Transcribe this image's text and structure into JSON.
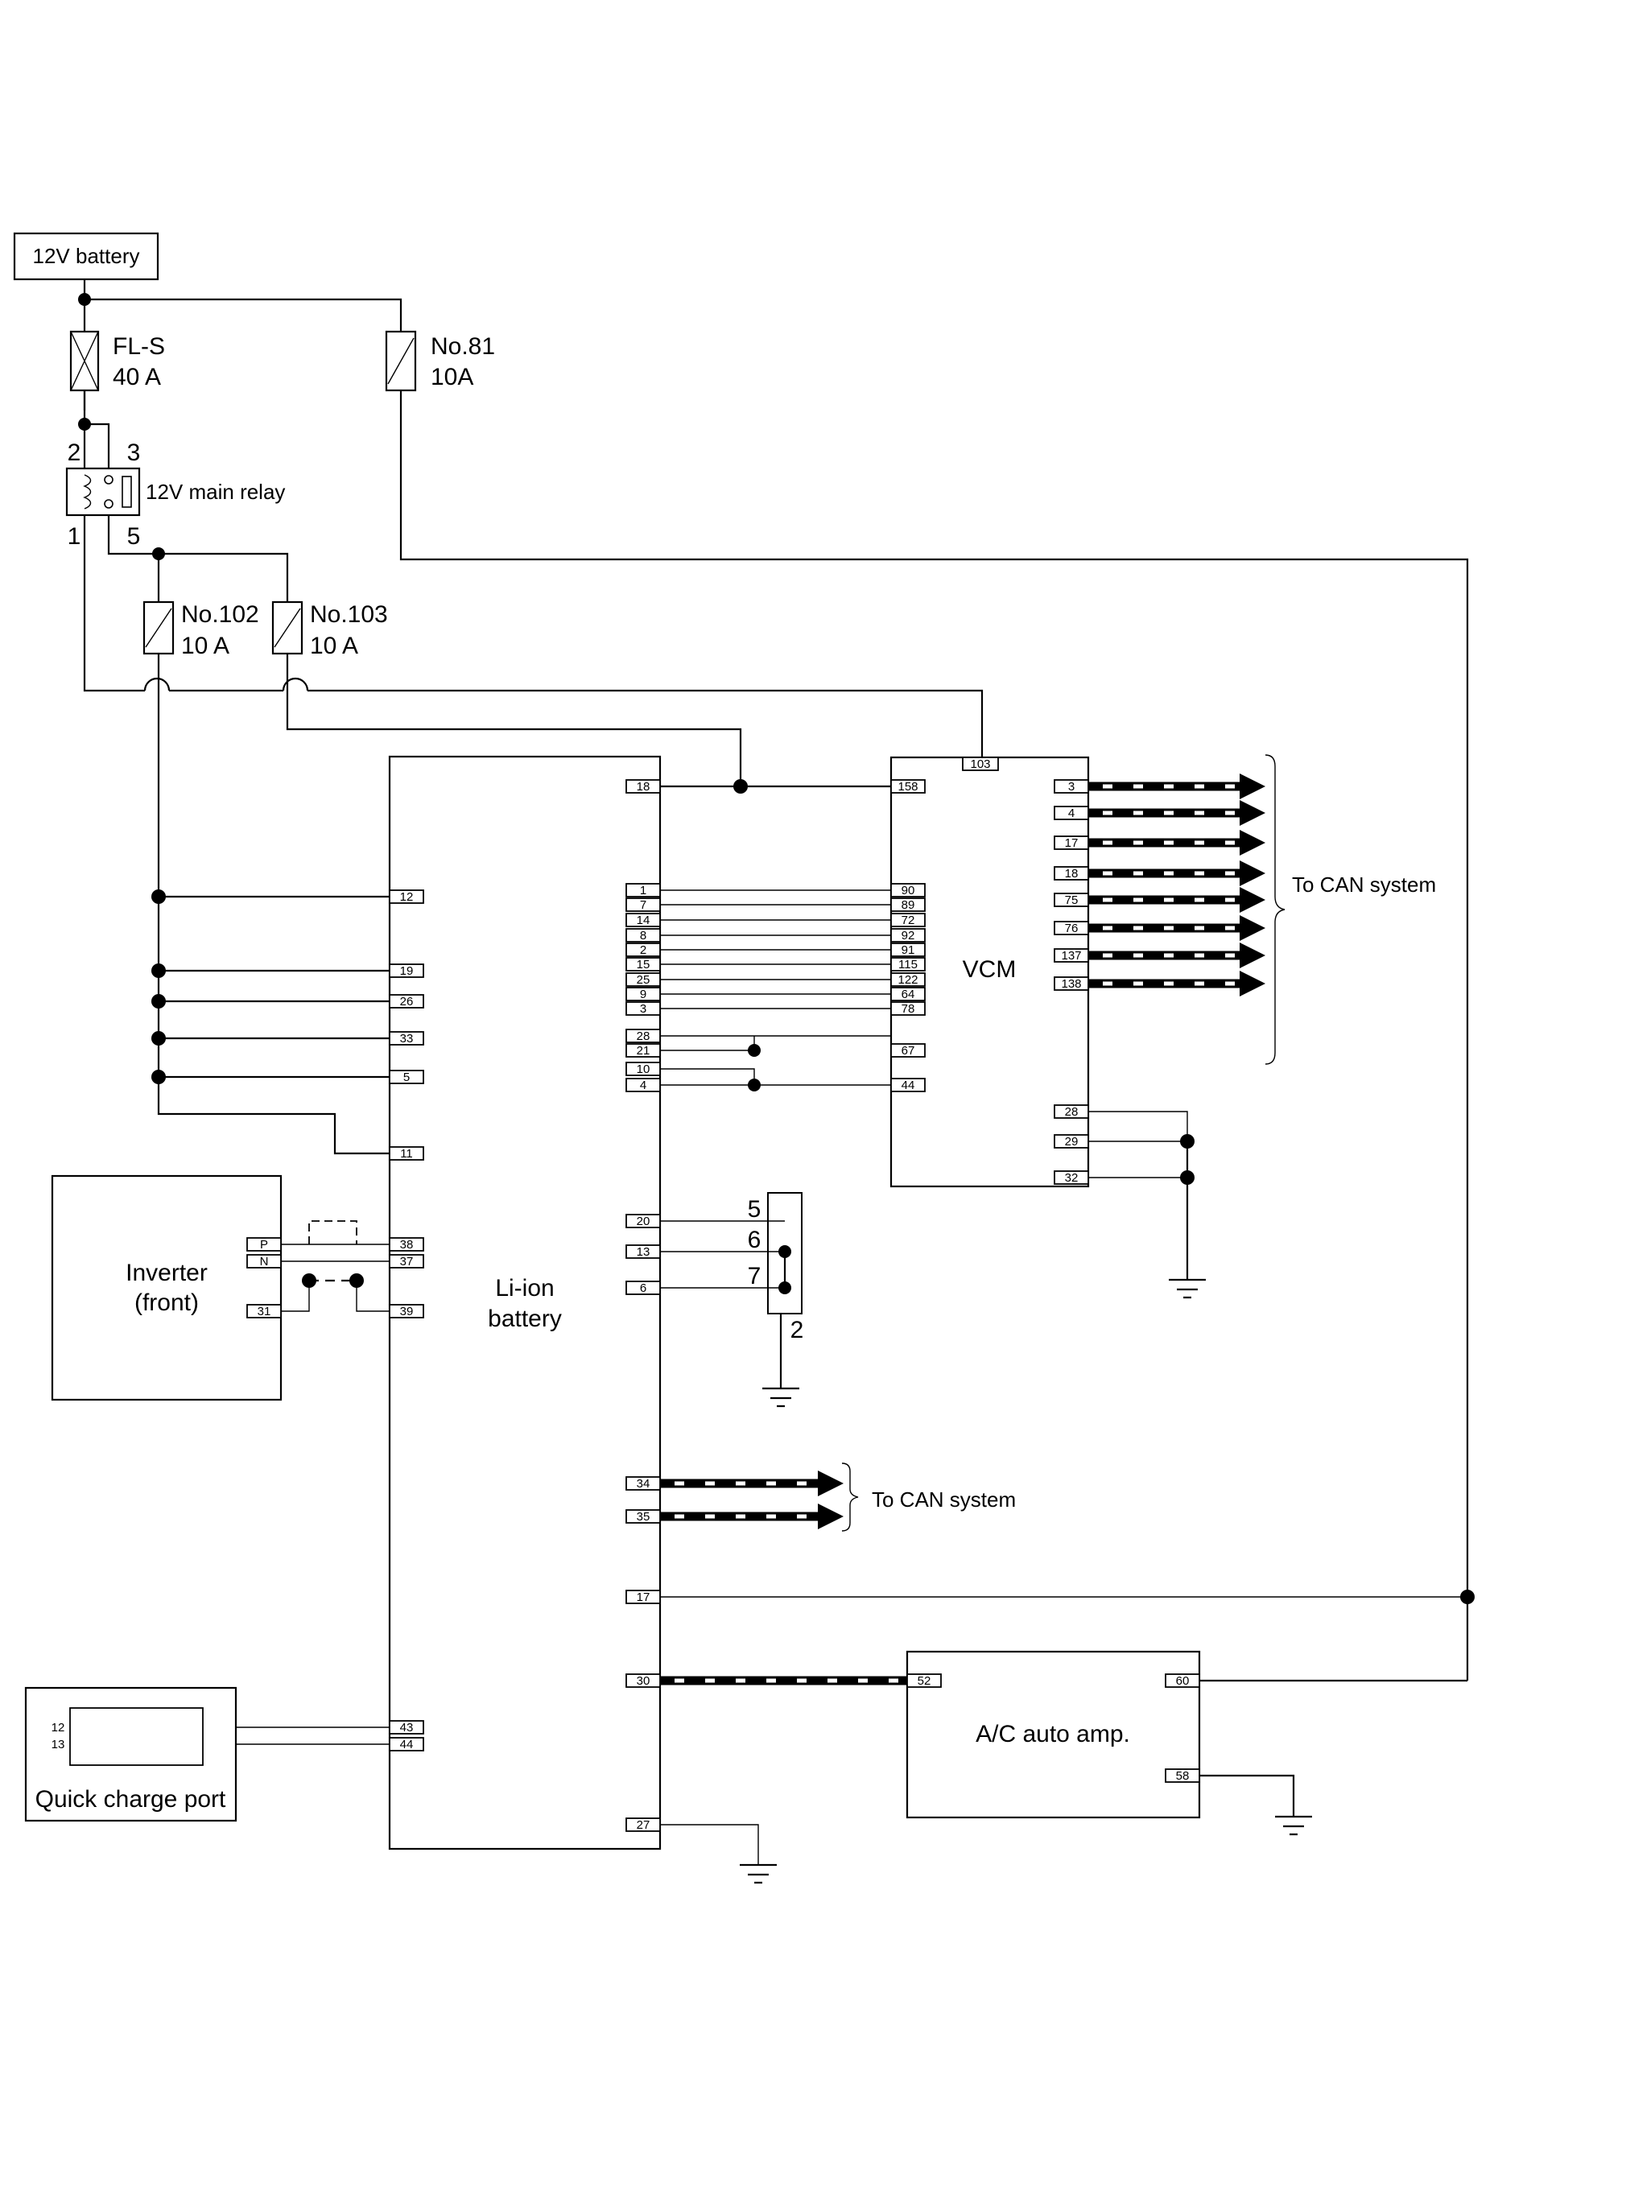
{
  "components": {
    "battery_12v": "12V battery",
    "fuse_fls": {
      "name": "FL-S",
      "rating": "40 A"
    },
    "fuse_81": {
      "name": "No.81",
      "rating": "10A"
    },
    "fuse_102": {
      "name": "No.102",
      "rating": "10 A"
    },
    "fuse_103": {
      "name": "No.103",
      "rating": "10 A"
    },
    "relay": {
      "name": "12V main relay",
      "pins": [
        "2",
        "3",
        "1",
        "5"
      ]
    },
    "vcm": "VCM",
    "liion": {
      "line1": "Li-ion",
      "line2": "battery"
    },
    "inverter": {
      "line1": "Inverter",
      "line2": "(front)",
      "pins": [
        "P",
        "N",
        "31"
      ]
    },
    "quick_charge": {
      "name": "Quick charge port",
      "pins": [
        "12",
        "13"
      ]
    },
    "ac_amp": {
      "name": "A/C auto amp.",
      "pins": [
        "52",
        "60",
        "58"
      ]
    },
    "connector": {
      "pins": [
        "5",
        "6",
        "7",
        "2"
      ]
    }
  },
  "can_label": "To CAN system",
  "liion_pins_left": [
    "12",
    "19",
    "26",
    "33",
    "5",
    "11",
    "38",
    "37",
    "39",
    "43",
    "44"
  ],
  "liion_pins_right": [
    "18",
    "1",
    "7",
    "14",
    "8",
    "2",
    "15",
    "25",
    "9",
    "3",
    "28",
    "21",
    "10",
    "4",
    "20",
    "13",
    "6",
    "34",
    "35",
    "17",
    "30",
    "27"
  ],
  "vcm_pins_left": [
    "158",
    "90",
    "89",
    "72",
    "92",
    "91",
    "115",
    "122",
    "64",
    "78",
    "67",
    "44"
  ],
  "vcm_pins_top": [
    "103"
  ],
  "vcm_pins_right": [
    "3",
    "4",
    "17",
    "18",
    "75",
    "76",
    "137",
    "138",
    "28",
    "29",
    "32"
  ]
}
